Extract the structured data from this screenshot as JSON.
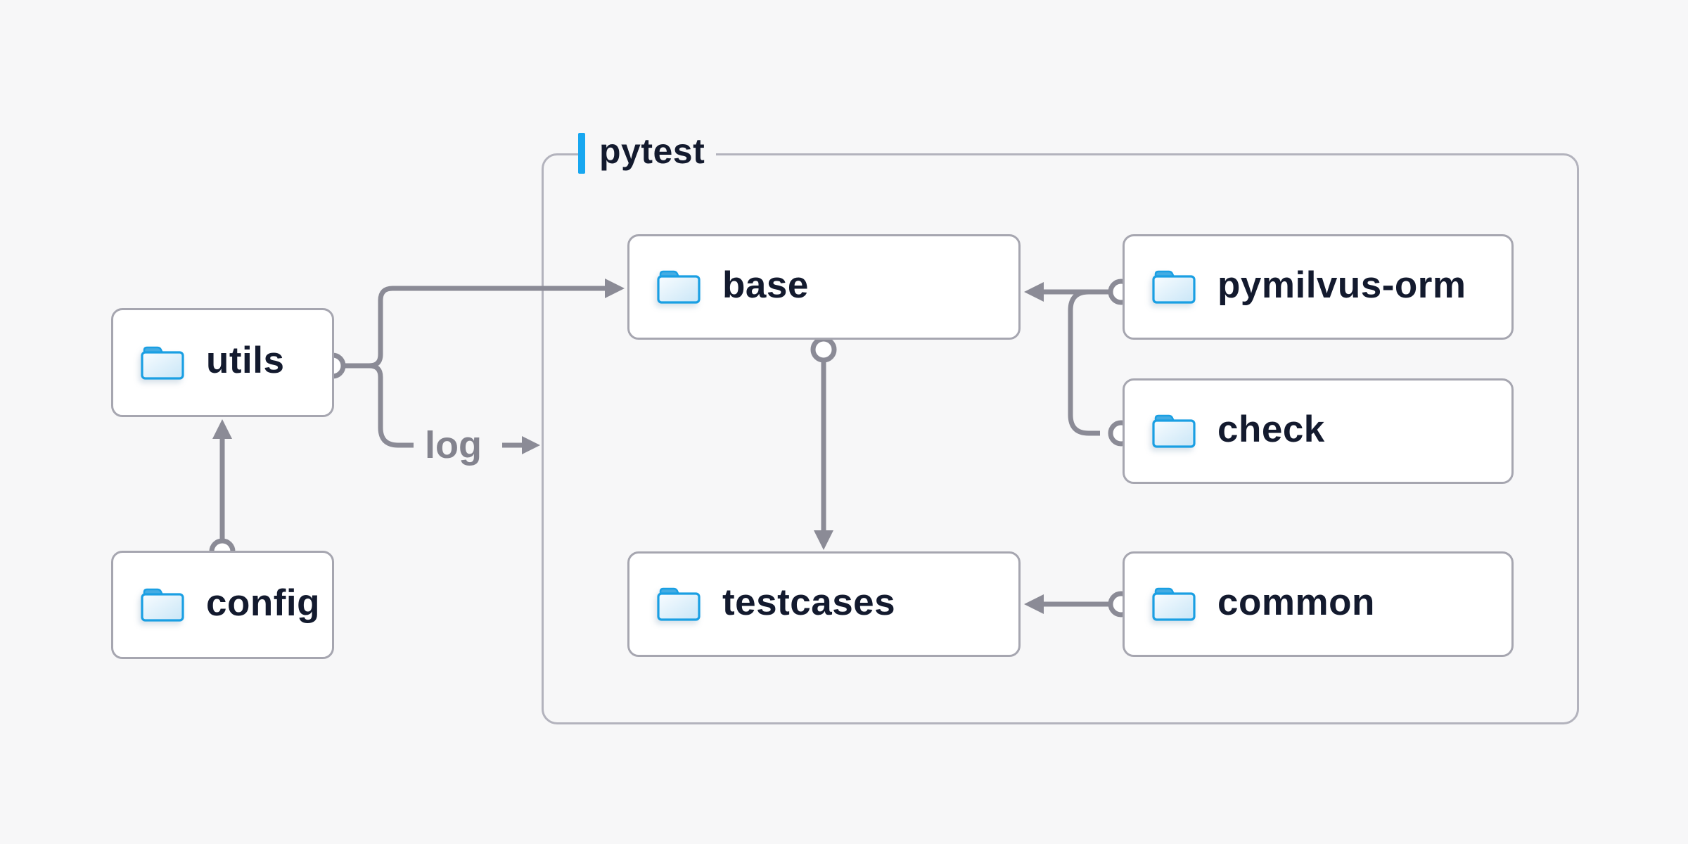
{
  "diagram": {
    "title_group": {
      "label": "pytest"
    },
    "colors": {
      "background": "#f7f7f8",
      "accent_blue": "#18a7f0",
      "wire_gray": "#8b8b96",
      "node_border": "#a6a6b0",
      "group_border": "#b3b3bd",
      "label_dark": "#131a2e",
      "folder_blue": "#1a9fe3"
    },
    "nodes": [
      {
        "id": "utils",
        "label": "utils",
        "icon": "folder-icon",
        "inside_group": false
      },
      {
        "id": "config",
        "label": "config",
        "icon": "folder-icon",
        "inside_group": false
      },
      {
        "id": "base",
        "label": "base",
        "icon": "folder-icon",
        "inside_group": true
      },
      {
        "id": "testcases",
        "label": "testcases",
        "icon": "folder-icon",
        "inside_group": true
      },
      {
        "id": "pymilvus-orm",
        "label": "pymilvus-orm",
        "icon": "folder-icon",
        "inside_group": true
      },
      {
        "id": "check",
        "label": "check",
        "icon": "folder-icon",
        "inside_group": true
      },
      {
        "id": "common",
        "label": "common",
        "icon": "folder-icon",
        "inside_group": true
      }
    ],
    "edges": [
      {
        "from": "config",
        "to": "utils",
        "label": ""
      },
      {
        "from": "utils",
        "to": "base",
        "label": ""
      },
      {
        "from": "utils",
        "to": "pytest-group-border",
        "label": "log"
      },
      {
        "from": "pymilvus-orm",
        "to": "base",
        "label": ""
      },
      {
        "from": "check",
        "to": "base",
        "label": ""
      },
      {
        "from": "base",
        "to": "testcases",
        "label": ""
      },
      {
        "from": "common",
        "to": "testcases",
        "label": ""
      }
    ],
    "edge_log_label": "log"
  }
}
